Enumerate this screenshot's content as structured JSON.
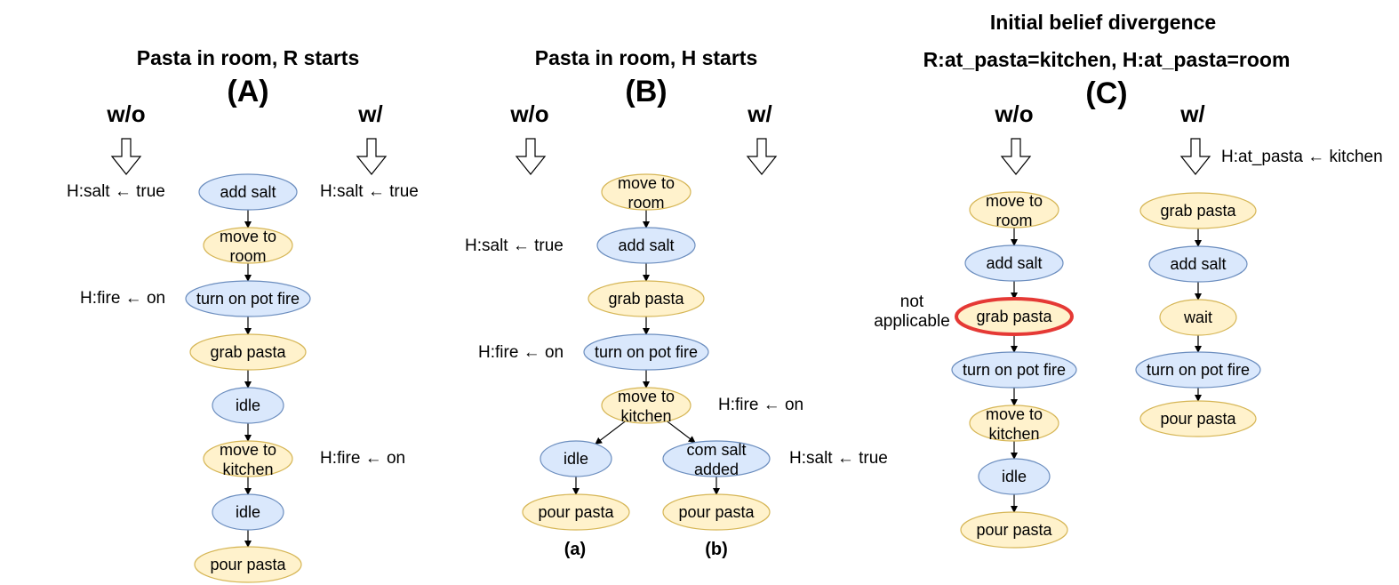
{
  "panels": [
    {
      "id": "A",
      "title_lines": [
        "Pasta in room, R starts"
      ],
      "letter": "(A)",
      "wo_label": "w/o",
      "w_label": "w/",
      "nodes": [
        {
          "id": "a1",
          "label": "add salt",
          "kind": "blue"
        },
        {
          "id": "a2",
          "label": "move to room",
          "kind": "yellow"
        },
        {
          "id": "a3",
          "label": "turn on pot fire",
          "kind": "blue"
        },
        {
          "id": "a4",
          "label": "grab pasta",
          "kind": "yellow"
        },
        {
          "id": "a5",
          "label": "idle",
          "kind": "blue"
        },
        {
          "id": "a6",
          "label": "move to kitchen",
          "kind": "yellow"
        },
        {
          "id": "a7",
          "label": "idle",
          "kind": "blue"
        },
        {
          "id": "a8",
          "label": "pour pasta",
          "kind": "yellow"
        }
      ],
      "annotations": {
        "wo_salt": "H:salt ← true",
        "w_salt": "H:salt ← true",
        "wo_fire": "H:fire ← on",
        "w_fire": "H:fire ← on"
      }
    },
    {
      "id": "B",
      "title_lines": [
        "Pasta in room, H starts"
      ],
      "letter": "(B)",
      "wo_label": "w/o",
      "w_label": "w/",
      "nodes": [
        {
          "id": "b1",
          "label": "move to room",
          "kind": "yellow"
        },
        {
          "id": "b2",
          "label": "add salt",
          "kind": "blue"
        },
        {
          "id": "b3",
          "label": "grab pasta",
          "kind": "yellow"
        },
        {
          "id": "b4",
          "label": "turn on pot fire",
          "kind": "blue"
        },
        {
          "id": "b5",
          "label": "move to kitchen",
          "kind": "yellow"
        },
        {
          "id": "b6",
          "label": "idle",
          "kind": "blue"
        },
        {
          "id": "b7",
          "label": "com salt added",
          "kind": "blue"
        },
        {
          "id": "b8",
          "label": "pour pasta",
          "kind": "yellow"
        },
        {
          "id": "b9",
          "label": "pour pasta",
          "kind": "yellow"
        }
      ],
      "annotations": {
        "salt": "H:salt ← true",
        "fire_left": "H:fire ← on",
        "fire_right": "H:fire ← on",
        "salt_right": "H:salt ← true"
      },
      "branch_labels": {
        "a": "(a)",
        "b": "(b)"
      }
    },
    {
      "id": "C",
      "title_lines": [
        "Initial belief divergence",
        "R:at_pasta=kitchen, H:at_pasta=room"
      ],
      "letter": "(C)",
      "wo_label": "w/o",
      "w_label": "w/",
      "nodes_wo": [
        {
          "id": "c1",
          "label": "move to room",
          "kind": "yellow"
        },
        {
          "id": "c2",
          "label": "add salt",
          "kind": "blue"
        },
        {
          "id": "c3",
          "label": "grab pasta",
          "kind": "yellow-highlight"
        },
        {
          "id": "c4",
          "label": "turn on pot fire",
          "kind": "blue"
        },
        {
          "id": "c5",
          "label": "move to kitchen",
          "kind": "yellow"
        },
        {
          "id": "c6",
          "label": "idle",
          "kind": "blue"
        },
        {
          "id": "c7",
          "label": "pour pasta",
          "kind": "yellow"
        }
      ],
      "nodes_w": [
        {
          "id": "d1",
          "label": "grab pasta",
          "kind": "yellow"
        },
        {
          "id": "d2",
          "label": "add salt",
          "kind": "blue"
        },
        {
          "id": "d3",
          "label": "wait",
          "kind": "yellow"
        },
        {
          "id": "d4",
          "label": "turn on pot fire",
          "kind": "blue"
        },
        {
          "id": "d5",
          "label": "pour pasta",
          "kind": "yellow"
        }
      ],
      "annotations": {
        "not_applicable": "not applicable",
        "at_pasta": "H:at_pasta ← kitchen"
      }
    }
  ],
  "colors": {
    "blue_fill": "#dae8fc",
    "blue_stroke": "#6c8ebf",
    "yellow_fill": "#fff2cc",
    "yellow_stroke": "#d6b656",
    "highlight_stroke": "#e53935"
  }
}
